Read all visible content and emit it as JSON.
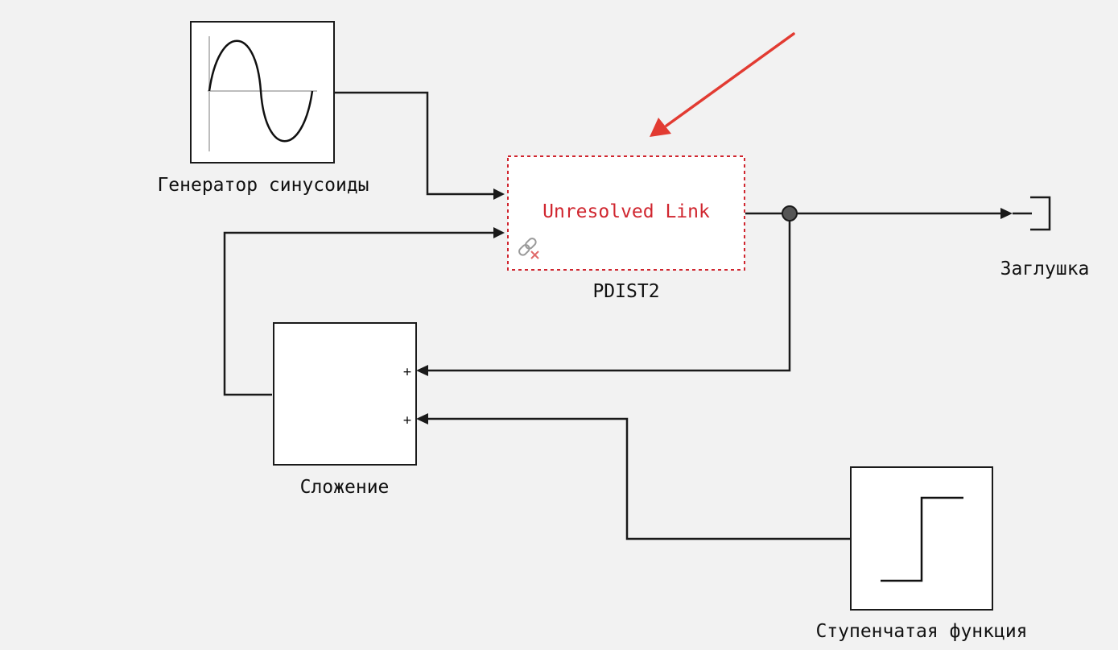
{
  "blocks": {
    "sine": {
      "label": "Генератор синусоиды"
    },
    "unresolved": {
      "text": "Unresolved Link",
      "label": "PDIST2"
    },
    "terminator": {
      "label": "Заглушка"
    },
    "sum": {
      "label": "Сложение",
      "port1_sign": "+",
      "port2_sign": "+"
    },
    "step": {
      "label": "Ступенчатая функция"
    }
  },
  "icons": {
    "broken_link": "broken-link-icon",
    "callout_arrow": "red-arrow-icon"
  },
  "colors": {
    "background": "#f2f2f2",
    "block_border": "#1a1a1a",
    "error": "#d0262f",
    "arrow": "#e23b32",
    "branch_point": "#555555"
  }
}
